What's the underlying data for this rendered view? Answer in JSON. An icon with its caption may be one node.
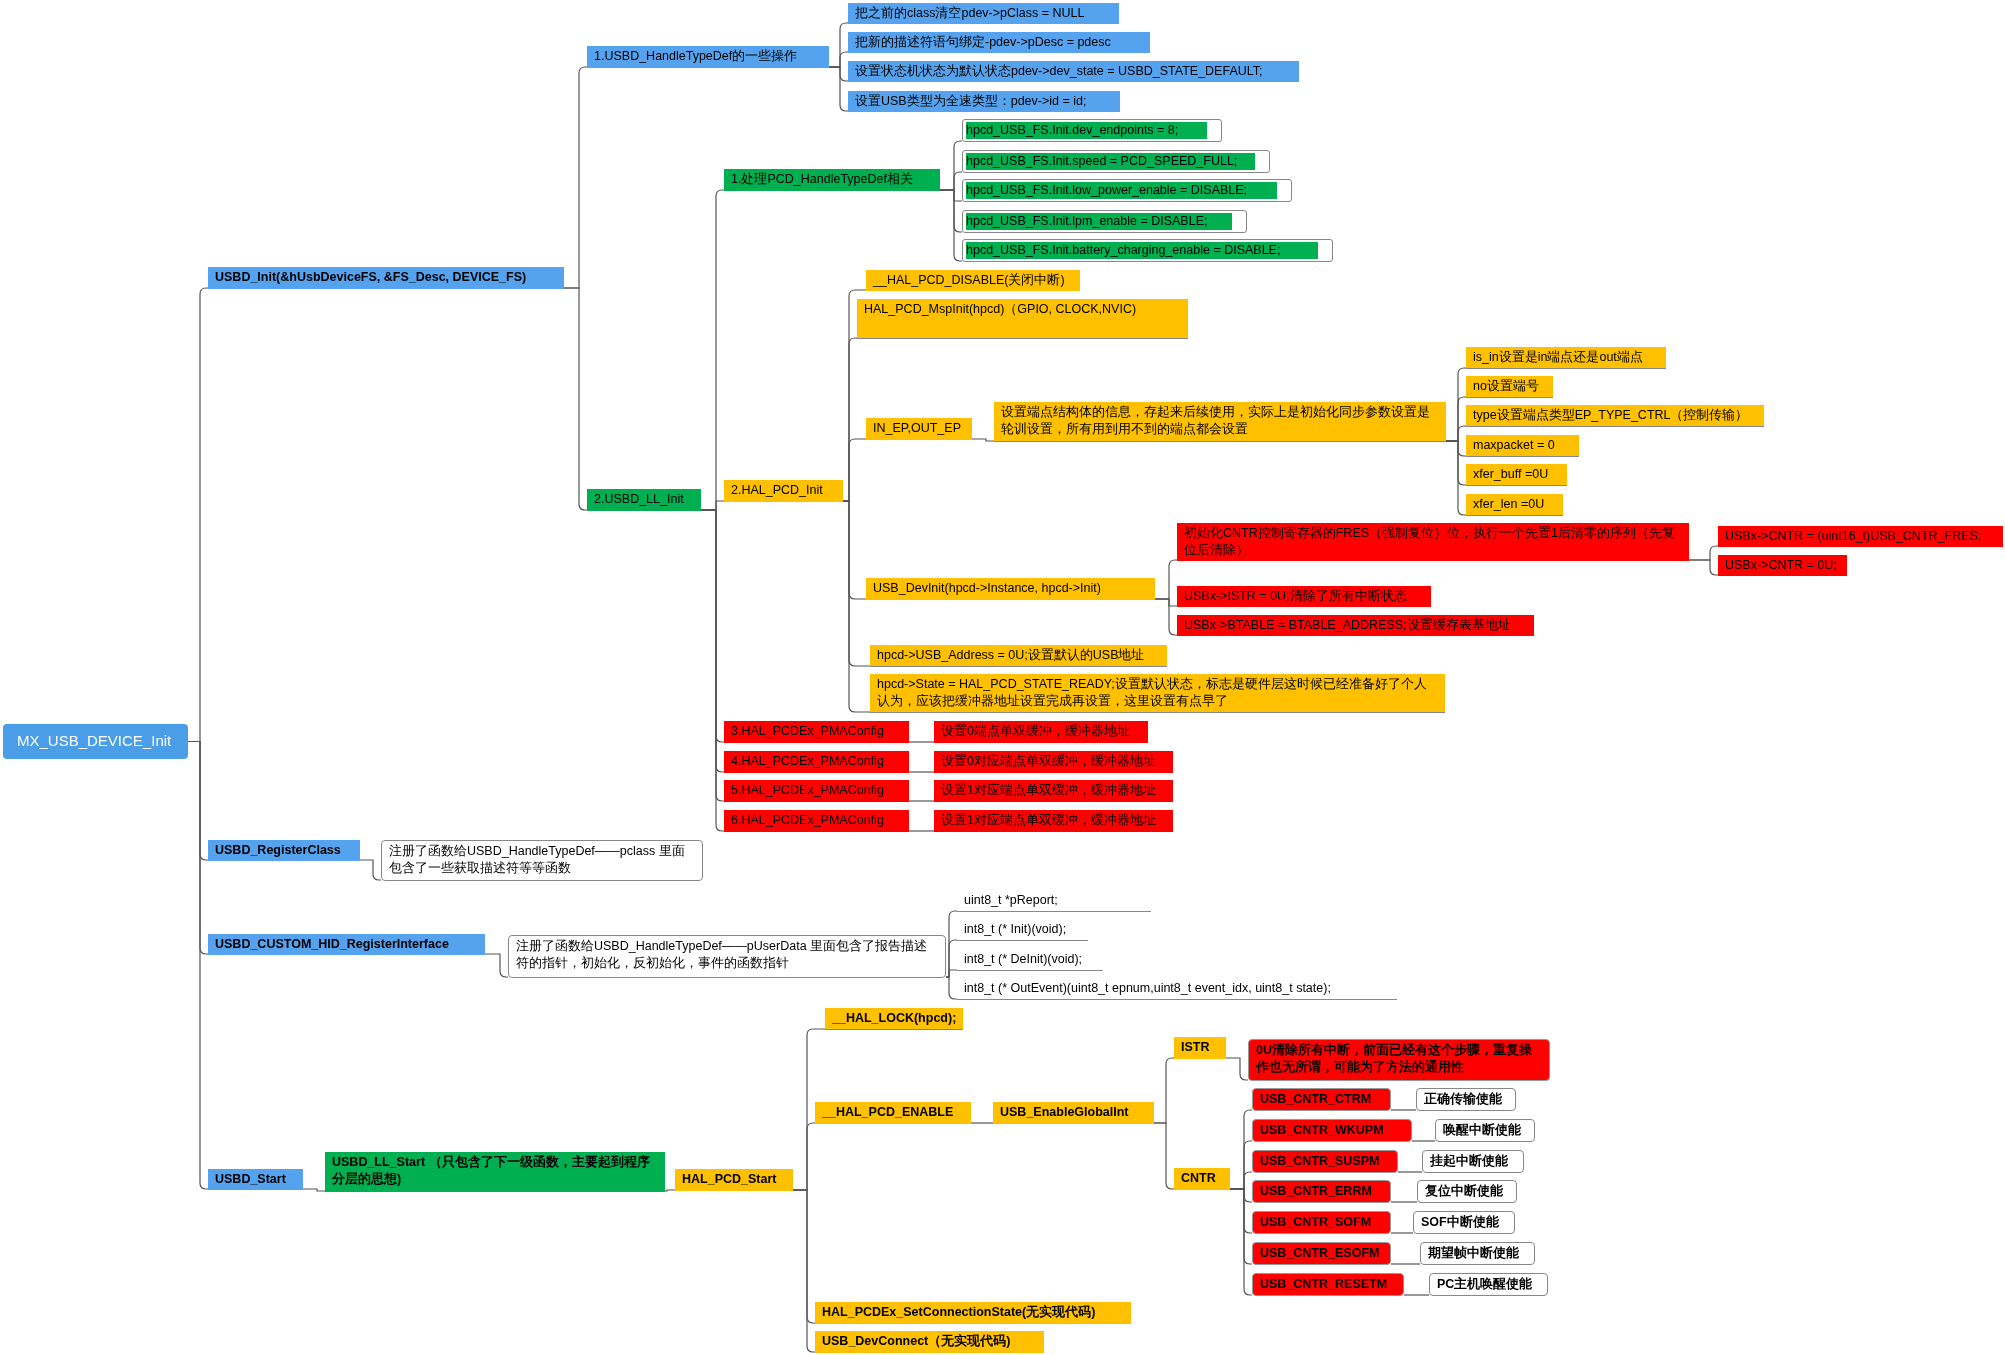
{
  "diagram": {
    "nodes": [
      {
        "text": [
          "MX_USB_DEVICE_Init"
        ]
      },
      {
        "text": [
          "USBD_Init(&hUsbDeviceFS, &FS_Desc, DEVICE_FS)"
        ]
      },
      {
        "text": [
          "1.USBD_HandleTypeDef的一些操作"
        ]
      },
      {
        "text": [
          "把之前的class清空pdev->pClass = NULL"
        ]
      },
      {
        "text": [
          "把新的描述符语句绑定-pdev->pDesc = pdesc"
        ]
      },
      {
        "text": [
          "设置状态机状态为默认状态pdev->dev_state = USBD_STATE_DEFAULT;"
        ]
      },
      {
        "text": [
          "设置USB类型为全速类型：pdev->id = id;"
        ]
      },
      {
        "text": [
          "2.USBD_LL_Init"
        ]
      },
      {
        "text": [
          "1.处理PCD_HandleTypeDef相关"
        ]
      },
      {
        "text": [
          "hpcd_USB_FS.Init.dev_endpoints = 8;"
        ]
      },
      {
        "text": [
          "hpcd_USB_FS.Init.speed = PCD_SPEED_FULL;"
        ]
      },
      {
        "text": [
          "hpcd_USB_FS.Init.low_power_enable = DISABLE;"
        ]
      },
      {
        "text": [
          "hpcd_USB_FS.Init.lpm_enable = DISABLE;"
        ]
      },
      {
        "text": [
          "hpcd_USB_FS.Init.battery_charging_enable = DISABLE;"
        ]
      },
      {
        "text": [
          "2.HAL_PCD_Init"
        ]
      },
      {
        "text": [
          "__HAL_PCD_DISABLE(关闭中断)"
        ]
      },
      {
        "text": [
          "HAL_PCD_MspInit(hpcd)（GPIO, CLOCK,NVIC)"
        ]
      },
      {
        "text": [
          "IN_EP,OUT_EP"
        ]
      },
      {
        "text": [
          "设置端点结构体的信息，存起来后续使用，实际上是初始化同步参数设置是轮训设置，所有用到用不到的端点都会设置"
        ]
      },
      {
        "text": [
          "is_in设置是in端点还是out端点"
        ]
      },
      {
        "text": [
          "no设置端号"
        ]
      },
      {
        "text": [
          "type设置端点类型EP_TYPE_CTRL（控制传输）"
        ]
      },
      {
        "text": [
          "maxpacket = 0"
        ]
      },
      {
        "text": [
          "xfer_buff =0U"
        ]
      },
      {
        "text": [
          "xfer_len =0U"
        ]
      },
      {
        "text": [
          "USB_DevInit(hpcd->Instance, hpcd->Init)"
        ]
      },
      {
        "text": [
          "初始化CNTR控制寄存器的FRES（强制复位）位，执行一个先置1后清零的序列（先复位后清除）"
        ]
      },
      {
        "text": [
          "USBx->CNTR = (uint16_t)USB_CNTR_FRES;"
        ]
      },
      {
        "text": [
          "USBx->CNTR = 0U;"
        ]
      },
      {
        "text": [
          "USBx->ISTR = 0U;清除了所有中断状态"
        ]
      },
      {
        "text": [
          "USBx->BTABLE = BTABLE_ADDRESS;设置缓存表基地址"
        ]
      },
      {
        "text": [
          "hpcd->USB_Address = 0U;设置默认的USB地址"
        ]
      },
      {
        "text": [
          "hpcd->State = HAL_PCD_STATE_READY;设置默认状态，标志是硬件层这时候已经准备好了个人认为，应该把缓冲器地址设置完成再设置，这里设置有点早了"
        ]
      },
      {
        "text": [
          "3.HAL_PCDEx_PMAConfig"
        ]
      },
      {
        "text": [
          "4.HAL_PCDEx_PMAConfig"
        ]
      },
      {
        "text": [
          "5.HAL_PCDEx_PMAConfig"
        ]
      },
      {
        "text": [
          "6.HAL_PCDEx_PMAConfig"
        ]
      },
      {
        "text": [
          "设置0端点单双缓冲，缓冲器地址"
        ]
      },
      {
        "text": [
          "设置0对应端点单双缓冲，缓冲器地址"
        ]
      },
      {
        "text": [
          "设置1对应端点单双缓冲，缓冲器地址"
        ]
      },
      {
        "text": [
          "设置1对应端点单双缓冲，缓冲器地址"
        ]
      },
      {
        "text": [
          "USBD_RegisterClass"
        ]
      },
      {
        "text": [
          "注册了函数给USBD_HandleTypeDef——pclass 里面包含了一些获取描述符等等函数"
        ]
      },
      {
        "text": [
          "USBD_CUSTOM_HID_RegisterInterface"
        ]
      },
      {
        "text": [
          "注册了函数给USBD_HandleTypeDef——pUserData 里面包含了报告描述符的指针，初始化，反初始化，事件的函数指针"
        ]
      },
      {
        "text": [
          "uint8_t *pReport;"
        ]
      },
      {
        "text": [
          "int8_t (* Init)(void);"
        ]
      },
      {
        "text": [
          "int8_t (* DeInit)(void);"
        ]
      },
      {
        "text": [
          "int8_t (* OutEvent)(uint8_t epnum,uint8_t event_idx, uint8_t state);"
        ]
      },
      {
        "text": [
          "USBD_Start"
        ]
      },
      {
        "text": [
          "USBD_LL_Start （只包含了下一级函数，主要起到程序分层的思想)"
        ]
      },
      {
        "text": [
          "HAL_PCD_Start"
        ]
      },
      {
        "text": [
          "__HAL_LOCK(hpcd);"
        ]
      },
      {
        "text": [
          "__HAL_PCD_ENABLE"
        ]
      },
      {
        "text": [
          "USB_EnableGlobalInt"
        ]
      },
      {
        "text": [
          "ISTR"
        ]
      },
      {
        "text": [
          "0U清除所有中断，前面已经有这个步骤，重复操作也无所谓，可能为了方法的通用性"
        ]
      },
      {
        "text": [
          "CNTR"
        ]
      },
      {
        "text": [
          "USB_CNTR_CTRM"
        ]
      },
      {
        "text": [
          "USB_CNTR_WKUPM"
        ]
      },
      {
        "text": [
          "USB_CNTR_SUSPM"
        ]
      },
      {
        "text": [
          "USB_CNTR_ERRM"
        ]
      },
      {
        "text": [
          "USB_CNTR_SOFM"
        ]
      },
      {
        "text": [
          "USB_CNTR_ESOFM"
        ]
      },
      {
        "text": [
          "USB_CNTR_RESETM"
        ]
      },
      {
        "text": [
          "正确传输使能"
        ]
      },
      {
        "text": [
          "唤醒中断使能"
        ]
      },
      {
        "text": [
          "挂起中断使能"
        ]
      },
      {
        "text": [
          "复位中断使能"
        ]
      },
      {
        "text": [
          "SOF中断使能"
        ]
      },
      {
        "text": [
          "期望帧中断使能"
        ]
      },
      {
        "text": [
          "PC主机唤醒使能"
        ]
      },
      {
        "text": [
          "HAL_PCDEx_SetConnectionState(无实现代码)"
        ]
      },
      {
        "text": [
          "USB_DevConnect（无实现代码)"
        ]
      }
    ],
    "edges": [
      {
        "from": 0,
        "to": 1,
        "arrow": "none"
      },
      {
        "from": 0,
        "to": 41,
        "arrow": "none"
      },
      {
        "from": 0,
        "to": 43,
        "arrow": "none"
      },
      {
        "from": 0,
        "to": 49,
        "arrow": "none"
      },
      {
        "from": 1,
        "to": 2,
        "arrow": "none"
      },
      {
        "from": 1,
        "to": 7,
        "arrow": "none"
      },
      {
        "from": 2,
        "to": 3,
        "arrow": "none"
      },
      {
        "from": 2,
        "to": 4,
        "arrow": "none"
      },
      {
        "from": 2,
        "to": 5,
        "arrow": "none"
      },
      {
        "from": 2,
        "to": 6,
        "arrow": "none"
      },
      {
        "from": 7,
        "to": 8,
        "arrow": "none"
      },
      {
        "from": 7,
        "to": 14,
        "arrow": "none"
      },
      {
        "from": 7,
        "to": 33,
        "arrow": "none"
      },
      {
        "from": 7,
        "to": 34,
        "arrow": "none"
      },
      {
        "from": 7,
        "to": 35,
        "arrow": "none"
      },
      {
        "from": 7,
        "to": 36,
        "arrow": "none"
      },
      {
        "from": 8,
        "to": 9,
        "arrow": "none"
      },
      {
        "from": 8,
        "to": 10,
        "arrow": "none"
      },
      {
        "from": 8,
        "to": 11,
        "arrow": "none"
      },
      {
        "from": 8,
        "to": 12,
        "arrow": "none"
      },
      {
        "from": 8,
        "to": 13,
        "arrow": "none"
      },
      {
        "from": 14,
        "to": 15,
        "arrow": "none"
      },
      {
        "from": 14,
        "to": 16,
        "arrow": "none"
      },
      {
        "from": 14,
        "to": 17,
        "arrow": "none"
      },
      {
        "from": 14,
        "to": 25,
        "arrow": "none"
      },
      {
        "from": 14,
        "to": 31,
        "arrow": "none"
      },
      {
        "from": 14,
        "to": 32,
        "arrow": "none"
      },
      {
        "from": 17,
        "to": 18,
        "arrow": "none"
      },
      {
        "from": 18,
        "to": 19,
        "arrow": "none"
      },
      {
        "from": 18,
        "to": 20,
        "arrow": "none"
      },
      {
        "from": 18,
        "to": 21,
        "arrow": "none"
      },
      {
        "from": 18,
        "to": 22,
        "arrow": "none"
      },
      {
        "from": 18,
        "to": 23,
        "arrow": "none"
      },
      {
        "from": 18,
        "to": 24,
        "arrow": "none"
      },
      {
        "from": 25,
        "to": 26,
        "arrow": "none"
      },
      {
        "from": 25,
        "to": 29,
        "arrow": "none"
      },
      {
        "from": 25,
        "to": 30,
        "arrow": "none"
      },
      {
        "from": 26,
        "to": 27,
        "arrow": "none"
      },
      {
        "from": 26,
        "to": 28,
        "arrow": "none"
      },
      {
        "from": 33,
        "to": 37,
        "arrow": "none"
      },
      {
        "from": 34,
        "to": 38,
        "arrow": "none"
      },
      {
        "from": 35,
        "to": 39,
        "arrow": "none"
      },
      {
        "from": 36,
        "to": 40,
        "arrow": "none"
      },
      {
        "from": 41,
        "to": 42,
        "arrow": "none"
      },
      {
        "from": 43,
        "to": 44,
        "arrow": "none"
      },
      {
        "from": 44,
        "to": 45,
        "arrow": "none"
      },
      {
        "from": 44,
        "to": 46,
        "arrow": "none"
      },
      {
        "from": 44,
        "to": 47,
        "arrow": "none"
      },
      {
        "from": 44,
        "to": 48,
        "arrow": "none"
      },
      {
        "from": 49,
        "to": 50,
        "arrow": "none"
      },
      {
        "from": 50,
        "to": 51,
        "arrow": "none"
      },
      {
        "from": 51,
        "to": 52,
        "arrow": "none"
      },
      {
        "from": 51,
        "to": 53,
        "arrow": "none"
      },
      {
        "from": 51,
        "to": 72,
        "arrow": "none"
      },
      {
        "from": 51,
        "to": 73,
        "arrow": "none"
      },
      {
        "from": 53,
        "to": 54,
        "arrow": "none"
      },
      {
        "from": 54,
        "to": 55,
        "arrow": "none"
      },
      {
        "from": 54,
        "to": 57,
        "arrow": "none"
      },
      {
        "from": 55,
        "to": 56,
        "arrow": "none"
      },
      {
        "from": 57,
        "to": 58,
        "arrow": "none"
      },
      {
        "from": 57,
        "to": 59,
        "arrow": "none"
      },
      {
        "from": 57,
        "to": 60,
        "arrow": "none"
      },
      {
        "from": 57,
        "to": 61,
        "arrow": "none"
      },
      {
        "from": 57,
        "to": 62,
        "arrow": "none"
      },
      {
        "from": 57,
        "to": 63,
        "arrow": "none"
      },
      {
        "from": 57,
        "to": 64,
        "arrow": "none"
      },
      {
        "from": 58,
        "to": 65,
        "arrow": "none"
      },
      {
        "from": 59,
        "to": 66,
        "arrow": "none"
      },
      {
        "from": 60,
        "to": 67,
        "arrow": "none"
      },
      {
        "from": 61,
        "to": 68,
        "arrow": "none"
      },
      {
        "from": 62,
        "to": 69,
        "arrow": "none"
      },
      {
        "from": 63,
        "to": 70,
        "arrow": "none"
      },
      {
        "from": 64,
        "to": 71,
        "arrow": "none"
      }
    ]
  }
}
